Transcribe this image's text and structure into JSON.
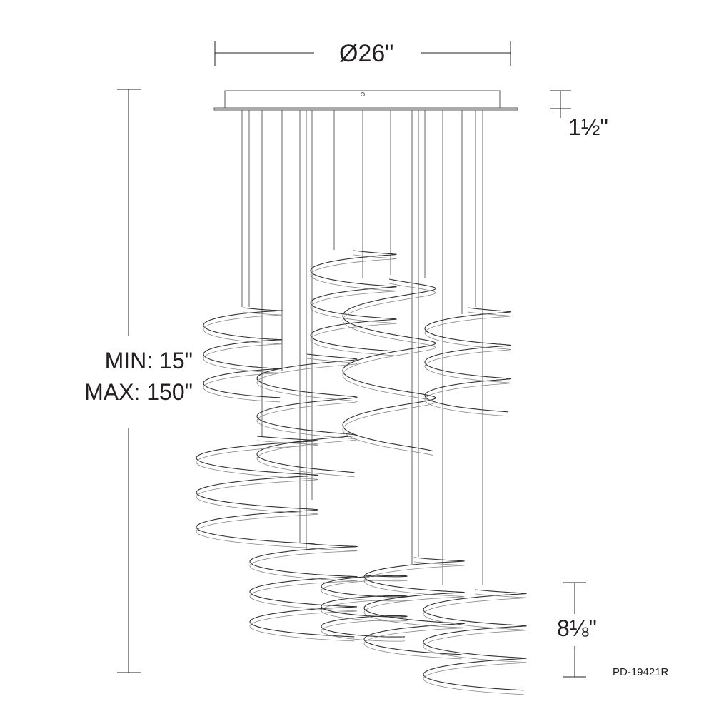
{
  "title": "Pendant dimension drawing",
  "dimensions": {
    "diameter": "Ø26\"",
    "canopy_height": "1½\"",
    "min_length": "MIN: 15\"",
    "max_length": "MAX: 150\"",
    "spiral_height": "8⅛\""
  },
  "model_number": "PD-19421R",
  "colors": {
    "line": "#231f20",
    "fixture": "#555555"
  }
}
